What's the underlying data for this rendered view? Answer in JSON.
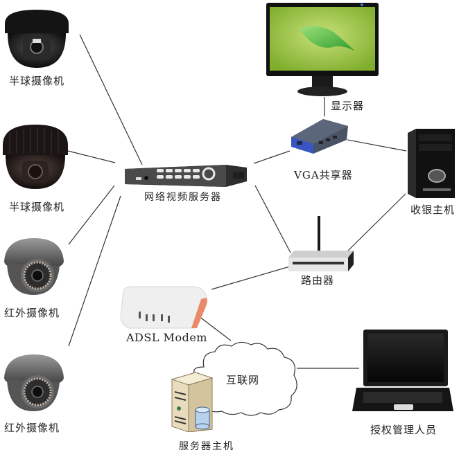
{
  "diagram": {
    "type": "network-topology",
    "nodes": [
      {
        "id": "dome-cam-1",
        "label": "半球摄像机",
        "icon": "dome-camera-icon"
      },
      {
        "id": "dome-cam-2",
        "label": "半球摄像机",
        "icon": "dome-camera-icon"
      },
      {
        "id": "ir-cam-1",
        "label": "红外摄像机",
        "icon": "infrared-camera-icon"
      },
      {
        "id": "ir-cam-2",
        "label": "红外摄像机",
        "icon": "infrared-camera-icon"
      },
      {
        "id": "video-server",
        "label": "网络视频服务器",
        "icon": "dvr-icon"
      },
      {
        "id": "monitor",
        "label": "显示器",
        "icon": "monitor-icon"
      },
      {
        "id": "vga-splitter",
        "label": "VGA共享器",
        "icon": "vga-splitter-icon"
      },
      {
        "id": "cashier-pc",
        "label": "收银主机",
        "icon": "desktop-tower-icon"
      },
      {
        "id": "router",
        "label": "路由器",
        "icon": "wifi-router-icon"
      },
      {
        "id": "adsl-modem",
        "label": "ADSL Modem",
        "icon": "modem-icon"
      },
      {
        "id": "internet",
        "label": "互联网",
        "icon": "cloud-icon"
      },
      {
        "id": "server-host",
        "label": "服务器主机",
        "icon": "server-icon"
      },
      {
        "id": "admin",
        "label": "授权管理人员",
        "icon": "laptop-icon"
      }
    ],
    "edges": [
      [
        "dome-cam-1",
        "video-server"
      ],
      [
        "dome-cam-2",
        "video-server"
      ],
      [
        "ir-cam-1",
        "video-server"
      ],
      [
        "ir-cam-2",
        "video-server"
      ],
      [
        "video-server",
        "vga-splitter"
      ],
      [
        "monitor",
        "vga-splitter"
      ],
      [
        "vga-splitter",
        "cashier-pc"
      ],
      [
        "video-server",
        "router"
      ],
      [
        "cashier-pc",
        "router"
      ],
      [
        "router",
        "adsl-modem"
      ],
      [
        "adsl-modem",
        "internet"
      ],
      [
        "internet",
        "admin"
      ]
    ]
  }
}
